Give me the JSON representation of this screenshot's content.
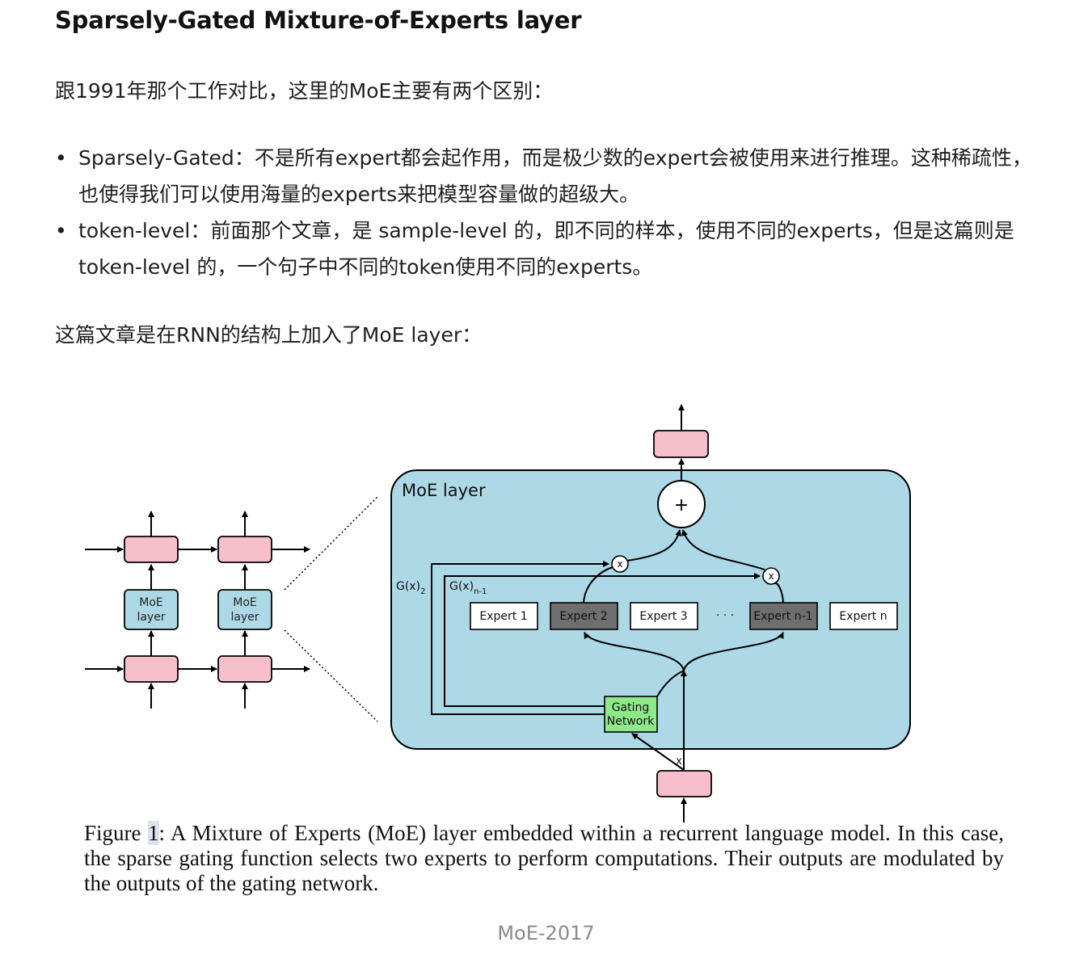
{
  "heading": "Sparsely-Gated Mixture-of-Experts layer",
  "intro": "跟1991年那个工作对比，这里的MoE主要有两个区别：",
  "bullets": [
    {
      "marker": "•",
      "text": "Sparsely-Gated：不是所有expert都会起作用，而是极少数的expert会被使用来进行推理。这种稀疏性，也使得我们可以使用海量的experts来把模型容量做的超级大。"
    },
    {
      "marker": "•",
      "text": "token-level：前面那个文章，是 sample-level 的，即不同的样本，使用不同的experts，但是这篇则是 token-level 的，一个句子中不同的token使用不同的experts。"
    }
  ],
  "outro": "这篇文章是在RNN的结构上加入了MoE layer：",
  "diagram": {
    "moe_title": "MoE layer",
    "small_moe_lines": [
      "MoE",
      "layer"
    ],
    "plus": "+",
    "times": "x",
    "gate_label_a": "G(x)",
    "gate_sub_a": "2",
    "gate_label_b": "G(x)",
    "gate_sub_b": "n-1",
    "experts": [
      "Expert 1",
      "Expert 2",
      "Expert 3",
      "Expert n-1",
      "Expert n"
    ],
    "ellipsis": "· · ·",
    "gating_lines": [
      "Gating",
      "Network"
    ],
    "input_x": "x",
    "colors": {
      "moe_bg": "#add8e6",
      "pink_box": "#f7bfcc",
      "gating_green": "#8fe88a",
      "active_expert": "#6e6e6e"
    }
  },
  "caption": {
    "prefix": "Figure ",
    "num": "1",
    "text": ": A Mixture of Experts (MoE) layer embedded within a recurrent language model. In this case, the sparse gating function selects two experts to perform computations. Their outputs are modulated by the outputs of the gating network."
  },
  "figure_label": "MoE-2017"
}
